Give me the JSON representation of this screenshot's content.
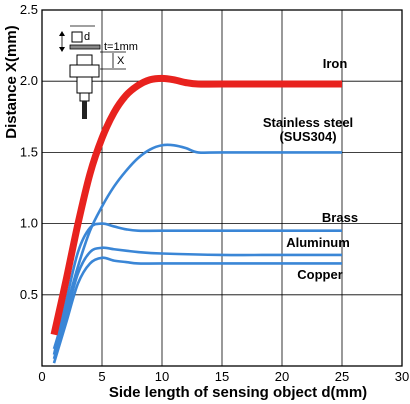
{
  "chart_data": {
    "type": "line",
    "xlabel": "Side length of sensing object d(mm)",
    "ylabel": "Distance X(mm)",
    "xlim": [
      0,
      30
    ],
    "ylim": [
      0,
      2.5
    ],
    "xticks": [
      0,
      5,
      10,
      15,
      20,
      25,
      30
    ],
    "yticks": [
      0.5,
      1.0,
      1.5,
      2.0,
      2.5
    ],
    "ytick_labels": [
      "0.5",
      "1.0",
      "1.5",
      "2.0",
      "2.5"
    ],
    "grid": true,
    "series": [
      {
        "name": "Iron",
        "color": "#e8221e",
        "x": [
          1,
          2,
          3,
          4,
          5,
          6,
          7,
          8,
          9,
          10,
          11,
          12,
          13,
          15,
          20,
          25
        ],
        "y": [
          0.22,
          0.6,
          1.0,
          1.35,
          1.6,
          1.78,
          1.9,
          1.97,
          2.01,
          2.02,
          2.01,
          1.99,
          1.98,
          1.98,
          1.98,
          1.98
        ]
      },
      {
        "name": "Stainless steel\n(SUS304)",
        "color": "#3a86d6",
        "x": [
          1,
          2,
          3,
          4,
          5,
          6,
          7,
          8,
          9,
          10,
          11,
          12,
          13,
          15,
          20,
          25
        ],
        "y": [
          0.12,
          0.4,
          0.7,
          0.95,
          1.12,
          1.26,
          1.37,
          1.46,
          1.52,
          1.55,
          1.55,
          1.53,
          1.5,
          1.5,
          1.5,
          1.5
        ]
      },
      {
        "name": "Brass",
        "color": "#3a86d6",
        "x": [
          1,
          2,
          3,
          4,
          5,
          6,
          7,
          8,
          10,
          15,
          20,
          25
        ],
        "y": [
          0.08,
          0.45,
          0.8,
          0.97,
          1.0,
          0.98,
          0.96,
          0.95,
          0.95,
          0.95,
          0.95,
          0.95
        ]
      },
      {
        "name": "Aluminum",
        "color": "#3a86d6",
        "x": [
          1,
          2,
          3,
          4,
          5,
          6,
          7,
          8,
          10,
          15,
          20,
          25
        ],
        "y": [
          0.05,
          0.35,
          0.65,
          0.8,
          0.83,
          0.82,
          0.81,
          0.8,
          0.79,
          0.78,
          0.78,
          0.78
        ]
      },
      {
        "name": "Copper",
        "color": "#3a86d6",
        "x": [
          1,
          2,
          3,
          4,
          5,
          6,
          7,
          8,
          10,
          15,
          20,
          25
        ],
        "y": [
          0.02,
          0.3,
          0.58,
          0.72,
          0.76,
          0.74,
          0.73,
          0.72,
          0.72,
          0.72,
          0.72,
          0.72
        ]
      }
    ]
  },
  "diagram": {
    "d_label": "d",
    "t_label": "t=1mm",
    "x_label": "X"
  }
}
